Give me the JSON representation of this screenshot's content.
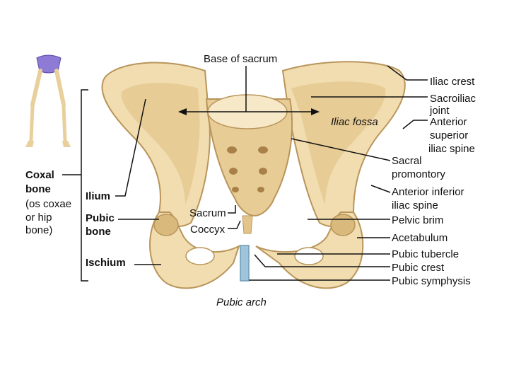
{
  "colors": {
    "bone": "#f1ddb0",
    "bone_shade": "#d9b97c",
    "bone_dark": "#b9955a",
    "cartilage": "#9fc5dc",
    "line": "#111111"
  },
  "labels": {
    "base_of_sacrum": "Base of sacrum",
    "iliac_crest": "Iliac crest",
    "sacroiliac_joint": [
      "Sacroiliac",
      "joint"
    ],
    "iliac_fossa": "Iliac fossa",
    "anterior_superior_iliac_spine": [
      "Anterior",
      "superior",
      "iliac spine"
    ],
    "sacral_promontory": [
      "Sacral",
      "promontory"
    ],
    "anterior_inferior_iliac_spine": [
      "Anterior inferior",
      "iliac spine"
    ],
    "pelvic_brim": "Pelvic brim",
    "acetabulum": "Acetabulum",
    "pubic_tubercle": "Pubic tubercle",
    "pubic_crest": "Pubic crest",
    "pubic_symphysis": "Pubic symphysis",
    "pubic_arch": "Pubic arch",
    "sacrum": "Sacrum",
    "coccyx": "Coccyx",
    "coxal_bone": [
      "Coxal",
      "bone",
      "(os coxae",
      "or hip",
      "bone)"
    ],
    "ilium": "Ilium",
    "pubic_bone": [
      "Pubic",
      "bone"
    ],
    "ischium": "Ischium"
  }
}
